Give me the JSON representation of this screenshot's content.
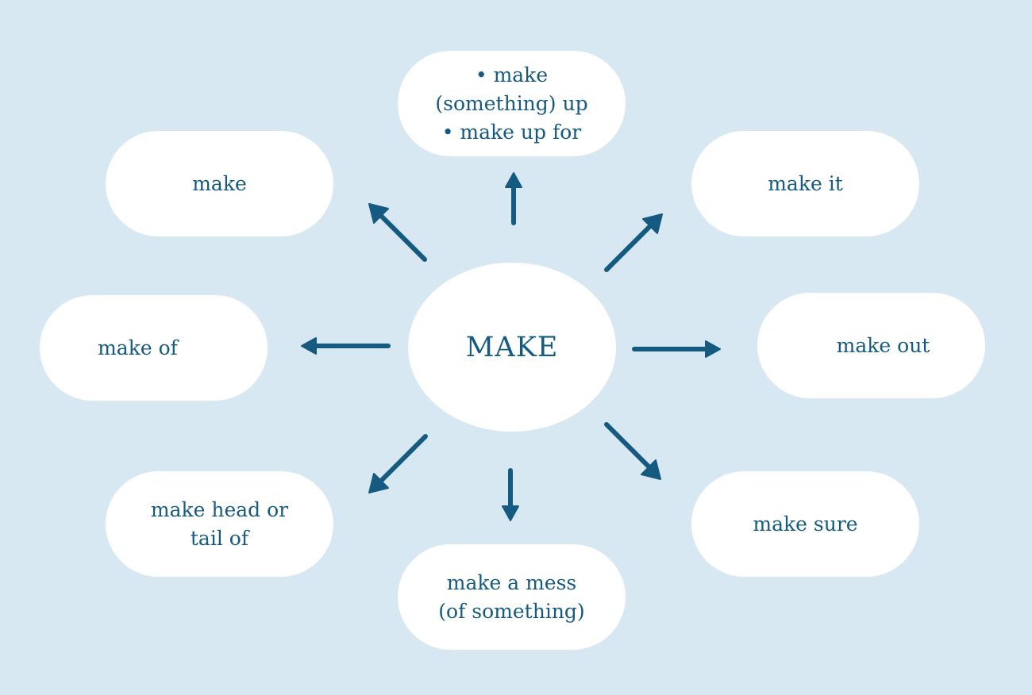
{
  "colors": {
    "background": "#d7e8f3",
    "node_fill": "#ffffff",
    "text": "#155a80",
    "arrow": "#155a80"
  },
  "center": {
    "label": "MAKE"
  },
  "nodes": {
    "top": "• make\n(something) up\n• make up for",
    "top_left": "make",
    "top_right": "make it",
    "left": "make of",
    "right": "make out",
    "bottom_left": "make head or\ntail of",
    "bottom": "make a mess\n(of something)",
    "bottom_right": "make sure"
  }
}
